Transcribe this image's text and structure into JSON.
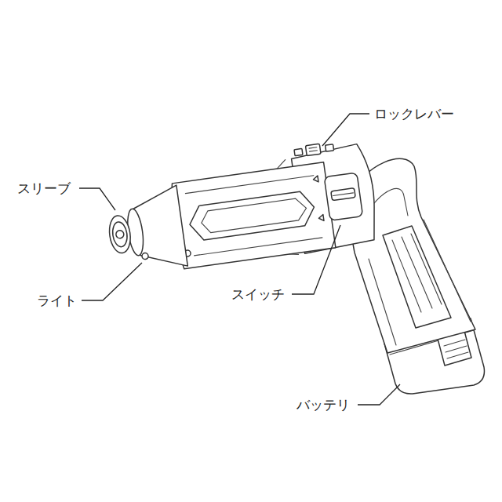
{
  "diagram": {
    "labels": [
      "ロックレバー",
      "スリーブ",
      "ライト",
      "スイッチ",
      "バッテリ"
    ]
  }
}
